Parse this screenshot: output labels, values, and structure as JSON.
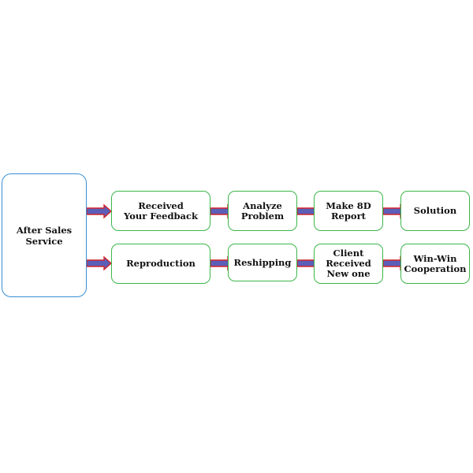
{
  "diagram": {
    "source": {
      "label": "After Sales\nService"
    },
    "row1": [
      {
        "label": "Received\nYour Feedback"
      },
      {
        "label": "Analyze\nProblem"
      },
      {
        "label": "Make 8D\nReport"
      },
      {
        "label": "Solution"
      }
    ],
    "row2": [
      {
        "label": "Reproduction"
      },
      {
        "label": "Reshipping"
      },
      {
        "label": "Client\nReceived\nNew one"
      },
      {
        "label": "Win-Win\nCooperation"
      }
    ]
  },
  "colors": {
    "box_border": "#3cb64a",
    "source_border": "#3a8fd6",
    "arrow_fill": "#5b5fb8",
    "arrow_outline": "#d2242a"
  }
}
